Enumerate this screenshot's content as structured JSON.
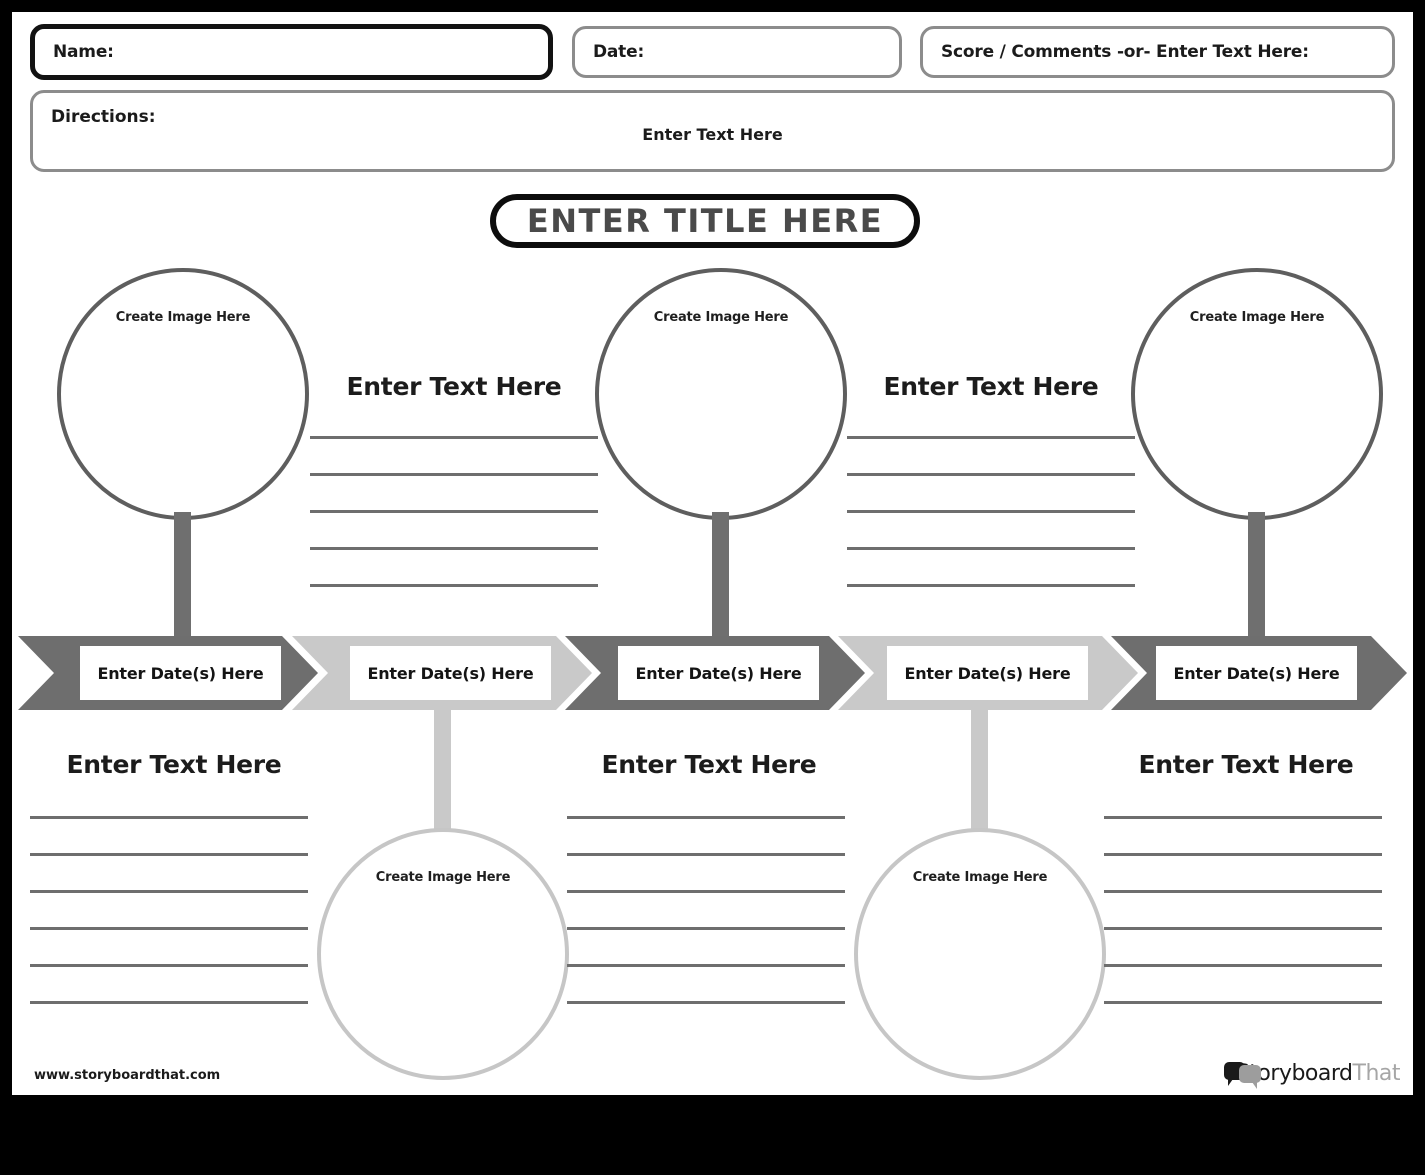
{
  "header": {
    "name_label": "Name:",
    "date_label": "Date:",
    "score_label": "Score / Comments -or- Enter Text Here:",
    "directions_label": "Directions:",
    "directions_value": "Enter Text Here"
  },
  "title": "ENTER TITLE HERE",
  "placeholders": {
    "image": "Create Image Here",
    "text": "Enter Text Here",
    "date": "Enter Date(s) Here"
  },
  "timeline": {
    "steps": [
      {
        "label": "Enter Date(s) Here",
        "tone": "dark"
      },
      {
        "label": "Enter Date(s) Here",
        "tone": "lite"
      },
      {
        "label": "Enter Date(s) Here",
        "tone": "dark"
      },
      {
        "label": "Enter Date(s) Here",
        "tone": "lite"
      },
      {
        "label": "Enter Date(s) Here",
        "tone": "dark"
      }
    ]
  },
  "upper": {
    "circles": [
      {
        "label": "Create Image Here"
      },
      {
        "label": "Create Image Here"
      },
      {
        "label": "Create Image Here"
      }
    ],
    "text_blocks": [
      {
        "heading": "Enter Text Here",
        "lines": 5
      },
      {
        "heading": "Enter Text Here",
        "lines": 5
      }
    ]
  },
  "lower": {
    "circles": [
      {
        "label": "Create Image Here"
      },
      {
        "label": "Create Image Here"
      }
    ],
    "text_blocks": [
      {
        "heading": "Enter Text Here",
        "lines": 6
      },
      {
        "heading": "Enter Text Here",
        "lines": 6
      },
      {
        "heading": "Enter Text Here",
        "lines": 6
      }
    ]
  },
  "footer": {
    "url": "www.storyboardthat.com",
    "logo_primary": "Storyboard",
    "logo_secondary": "That"
  },
  "colors": {
    "dark_gray": "#6e6e6e",
    "light_gray": "#c9c9c9",
    "circle_dark": "#5e5e5e",
    "circle_light": "#c6c6c6",
    "title_text": "#4a4a4a",
    "ink": "#1b1b1b",
    "page_frame": "#000000"
  }
}
